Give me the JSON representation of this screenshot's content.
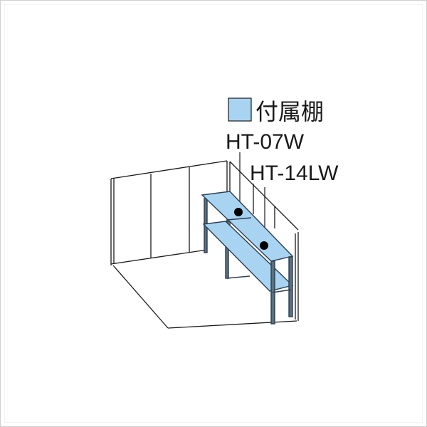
{
  "legend": {
    "swatch_color": "#a8d4f2",
    "title": "付属棚"
  },
  "labels": [
    {
      "id": "HT-07W",
      "text": "HT-07W"
    },
    {
      "id": "HT-14LW",
      "text": "HT-14LW"
    }
  ],
  "colors": {
    "shelf_fill": "#a8d4f2",
    "shelf_frame": "#2c3e50",
    "line": "#1a1a1a",
    "marker": "#000000"
  }
}
